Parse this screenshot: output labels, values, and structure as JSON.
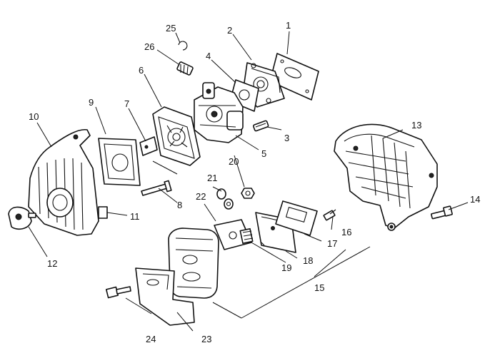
{
  "diagram": {
    "type": "exploded-parts-view",
    "colors": {
      "ink": "#111111",
      "background": "#ffffff"
    },
    "callouts": [
      "1",
      "2",
      "3",
      "4",
      "5",
      "6",
      "7",
      "8",
      "9",
      "10",
      "11",
      "12",
      "13",
      "14",
      "15",
      "16",
      "17",
      "18",
      "19",
      "20",
      "21",
      "22",
      "23",
      "24",
      "25",
      "26"
    ]
  }
}
